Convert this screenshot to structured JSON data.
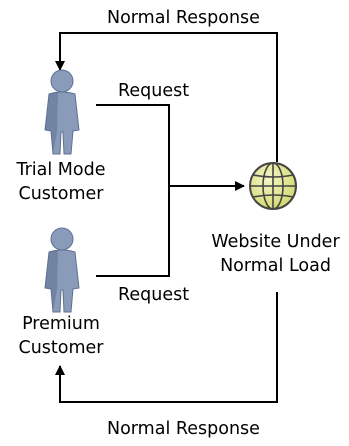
{
  "labels": {
    "top_response": "Normal Response",
    "bottom_response": "Normal Response",
    "request_top": "Request",
    "request_bottom": "Request"
  },
  "nodes": {
    "trial": {
      "line1": "Trial Mode",
      "line2": "Customer",
      "icon": "person-icon"
    },
    "premium": {
      "line1": "Premium",
      "line2": "Customer",
      "icon": "person-icon"
    },
    "website": {
      "line1": "Website Under",
      "line2": "Normal Load",
      "icon": "globe-icon"
    }
  },
  "colors": {
    "person_fill": "#8a9bb9",
    "person_shadow": "#5f7192",
    "globe_fill": "#e4e79a",
    "globe_grid": "#444444",
    "line": "#000000"
  }
}
